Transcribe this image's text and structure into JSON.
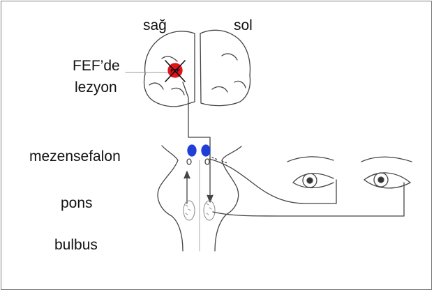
{
  "labels": {
    "right": "sağ",
    "left": "sol",
    "lesion_line1": "FEF’de",
    "lesion_line2": "lezyon",
    "midbrain": "mezensefalon",
    "pons": "pons",
    "medulla": "bulbus",
    "fef_marker": "FEF"
  },
  "colors": {
    "lesion": "#e0141a",
    "nucleus": "#1f3fd6",
    "line": "#3a3a3a",
    "frame": "#7f7f7f"
  }
}
